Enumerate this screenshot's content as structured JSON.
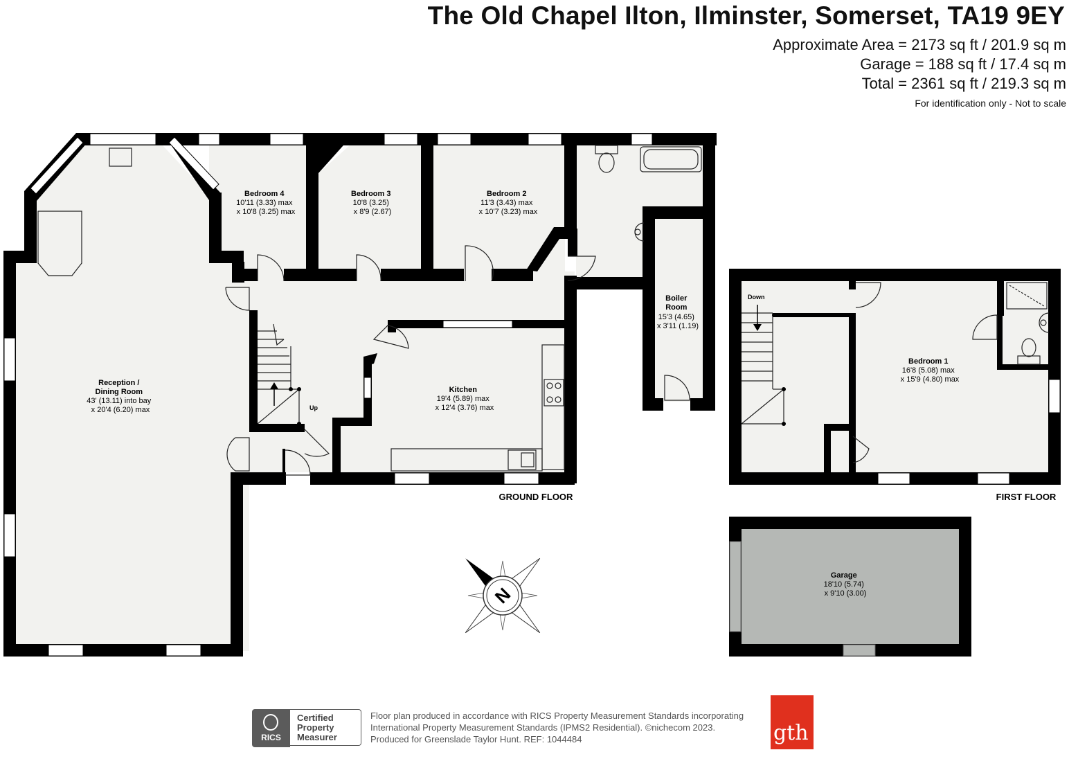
{
  "header": {
    "title": "The Old Chapel Ilton, Ilminster, Somerset, TA19 9EY",
    "area_lines": [
      "Approximate Area = 2173 sq ft / 201.9 sq m",
      "Garage = 188 sq ft / 17.4 sq m",
      "Total = 2361 sq ft / 219.3 sq m"
    ],
    "note": "For identification only - Not to scale"
  },
  "rooms": {
    "reception": {
      "name1": "Reception /",
      "name2": "Dining Room",
      "dim1": "43' (13.11) into bay",
      "dim2": "x 20'4 (6.20) max"
    },
    "bedroom4": {
      "name": "Bedroom 4",
      "dim1": "10'11 (3.33) max",
      "dim2": "x 10'8 (3.25) max"
    },
    "bedroom3": {
      "name": "Bedroom 3",
      "dim1": "10'8 (3.25)",
      "dim2": "x 8'9 (2.67)"
    },
    "bedroom2": {
      "name": "Bedroom 2",
      "dim1": "11'3 (3.43) max",
      "dim2": "x 10'7 (3.23) max"
    },
    "boiler": {
      "name1": "Boiler",
      "name2": "Room",
      "dim1": "15'3 (4.65)",
      "dim2": "x 3'11 (1.19)"
    },
    "kitchen": {
      "name": "Kitchen",
      "dim1": "19'4 (5.89) max",
      "dim2": "x 12'4 (3.76) max"
    },
    "bedroom1": {
      "name": "Bedroom 1",
      "dim1": "16'8 (5.08) max",
      "dim2": "x 15'9 (4.80) max"
    },
    "garage": {
      "name": "Garage",
      "dim1": "18'10 (5.74)",
      "dim2": "x 9'10 (3.00)"
    }
  },
  "labels": {
    "up": "Up",
    "down": "Down",
    "ground_floor": "GROUND FLOOR",
    "first_floor": "FIRST FLOOR",
    "compass": "N"
  },
  "footer": {
    "lines": [
      "Floor plan produced in accordance with RICS Property Measurement Standards incorporating",
      "International Property Measurement Standards (IPMS2 Residential).  ©nichecom 2023.",
      "Produced for Greenslade Taylor Hunt.   REF:  1044484"
    ],
    "rics_word": "RICS",
    "rics_badge": [
      "Certified",
      "Property",
      "Measurer"
    ],
    "brand": "gth"
  },
  "colors": {
    "wall": "#000000",
    "floor": "#f2f2ef",
    "garage_floor": "#b5b8b5",
    "brand": "#e0301e"
  }
}
